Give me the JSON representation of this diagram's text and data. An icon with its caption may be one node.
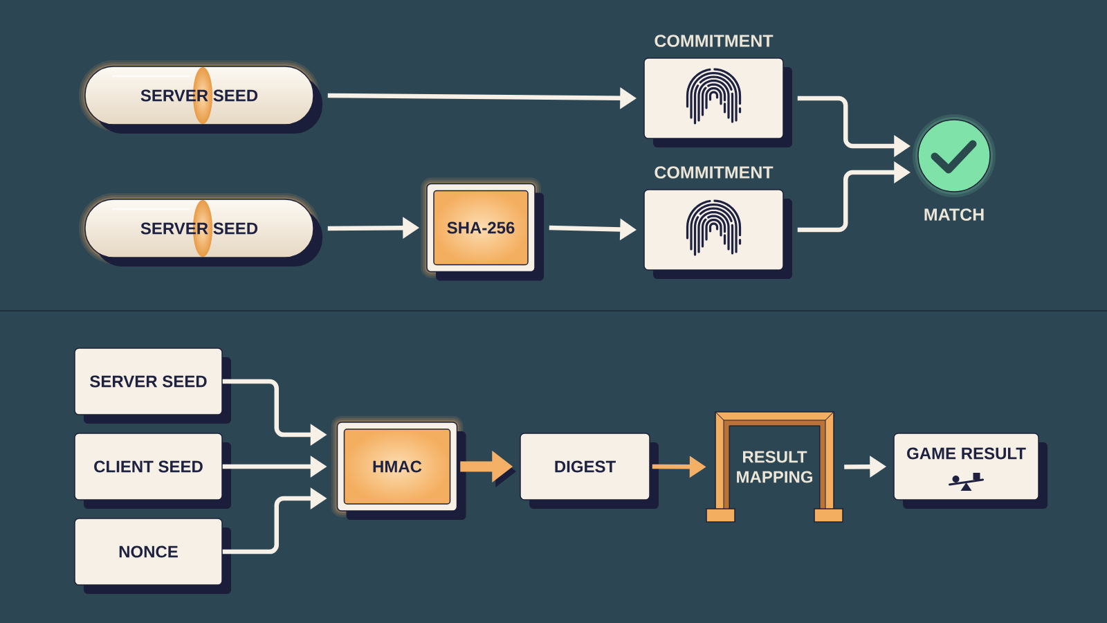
{
  "diagram": {
    "nodes": [
      {
        "text": [
          "SERVER SEED"
        ]
      },
      {
        "text": [
          "SERVER SEED"
        ]
      },
      {
        "text": [
          "SHA-256"
        ]
      },
      {
        "text": [
          "COMMITMENT"
        ]
      },
      {
        "text": [
          "COMMITMENT"
        ]
      },
      {
        "text": [],
        "shape": "circle",
        "beside": [
          "MATCH"
        ]
      },
      {
        "text": [
          "SERVER SEED"
        ]
      },
      {
        "text": [
          "CLIENT SEED"
        ]
      },
      {
        "text": [
          "NONCE"
        ]
      },
      {
        "text": [
          "HMAC"
        ]
      },
      {
        "text": [
          "DIGEST"
        ]
      },
      {
        "text": [
          "RESULT MAPPING"
        ]
      },
      {
        "text": [
          "GAME RESULT"
        ]
      }
    ],
    "edges": [
      {
        "from": 0,
        "to": 3,
        "arrow": "to"
      },
      {
        "from": 1,
        "to": 2,
        "arrow": "to"
      },
      {
        "from": 2,
        "to": 4,
        "arrow": "to"
      },
      {
        "from": 3,
        "to": 5,
        "arrow": "to"
      },
      {
        "from": 4,
        "to": 5,
        "arrow": "to"
      },
      {
        "from": 6,
        "to": 9,
        "arrow": "to"
      },
      {
        "from": 7,
        "to": 9,
        "arrow": "to"
      },
      {
        "from": 8,
        "to": 9,
        "arrow": "to"
      },
      {
        "from": 9,
        "to": 10,
        "arrow": "to",
        "style": "thick",
        "color": "#f4b066"
      },
      {
        "from": 10,
        "to": 11,
        "arrow": "to",
        "color": "#f4b066"
      },
      {
        "from": 11,
        "to": 12,
        "arrow": "to"
      }
    ]
  }
}
